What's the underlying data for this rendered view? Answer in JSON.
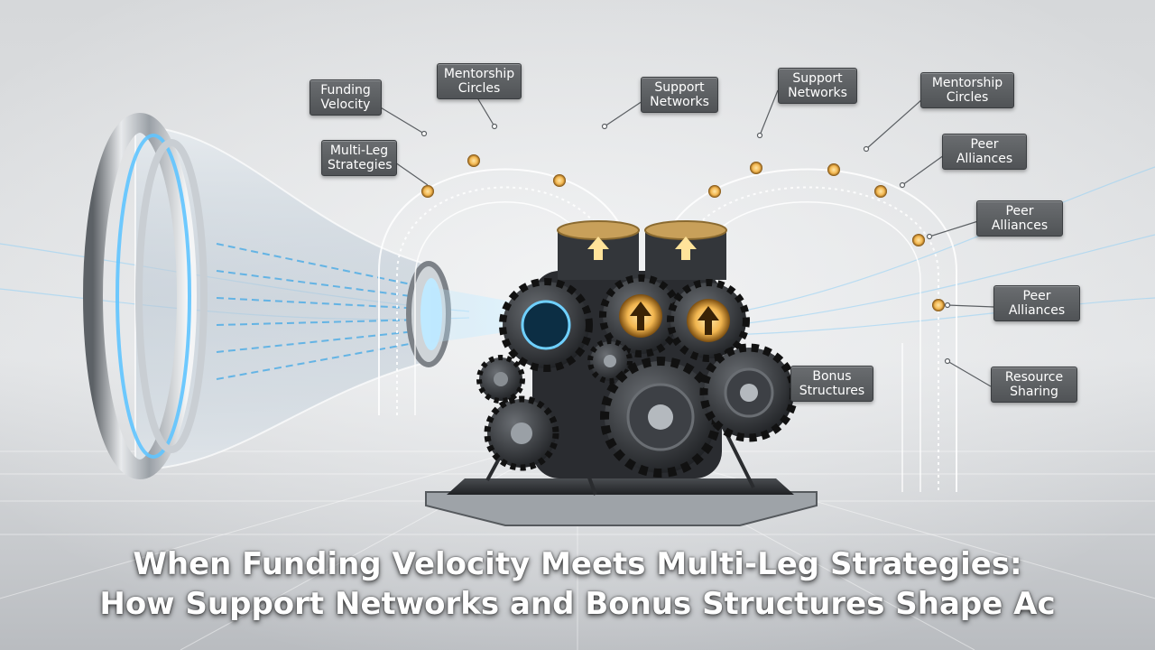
{
  "headline": {
    "line1": "When Funding Velocity Meets Multi-Leg Strategies:",
    "line2": "How Support Networks and Bonus Structures Shape Ac"
  },
  "labels": {
    "funding_velocity": "Funding\nVelocity",
    "mentorship_left": "Mentorship\nCircles",
    "multi_leg": "Multi-Leg\nStrategies",
    "support_left": "Support\nNetworks",
    "support_right": "Support\nNetworks",
    "mentorship_right": "Mentorship\nCircles",
    "peer_alliances_1": "Peer\nAlliances",
    "peer_alliances_2": "Peer\nAlliances",
    "peer_alliances_3": "Peer\nAlliances",
    "bonus_structures": "Bonus\nStructures",
    "resource_sharing": "Resource\nSharing"
  },
  "colors": {
    "background": "#cfd2d5",
    "data_glow": "#7fd3ff",
    "metal": "#2b2d30",
    "amber": "#f2b650",
    "label_bg": "#5e6164"
  }
}
